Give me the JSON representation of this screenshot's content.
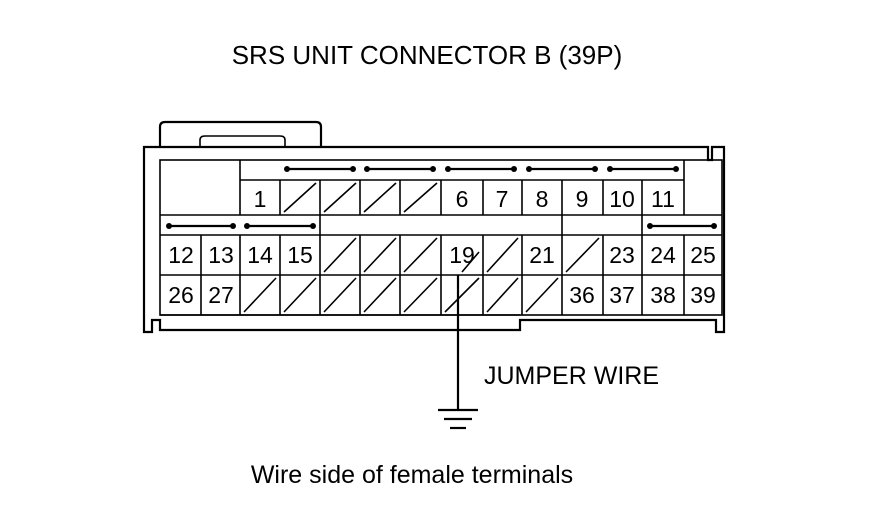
{
  "title": "SRS UNIT CONNECTOR B (39P)",
  "jumper_label": "JUMPER WIRE",
  "caption": "Wire side of female terminals",
  "connector": {
    "pin_labels": [
      "1",
      "6",
      "7",
      "8",
      "9",
      "10",
      "11",
      "12",
      "13",
      "14",
      "15",
      "19",
      "21",
      "23",
      "24",
      "25",
      "26",
      "27",
      "36",
      "37",
      "38",
      "39"
    ]
  },
  "colors": {
    "line": "#000000",
    "background": "#ffffff"
  }
}
